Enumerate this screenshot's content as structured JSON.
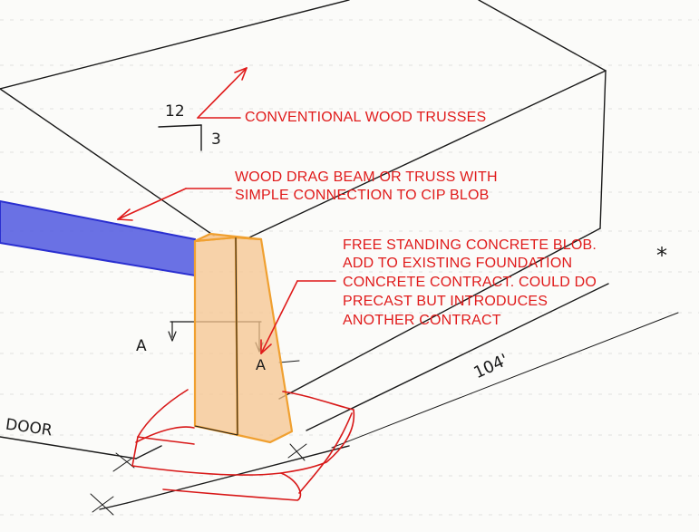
{
  "annotations": {
    "trusses": "CONVENTIONAL WOOD TRUSSES",
    "drag_beam_line1": "WOOD DRAG BEAM OR TRUSS WITH",
    "drag_beam_line2": "SIMPLE CONNECTION TO CIP BLOB",
    "blob_line1": "FREE STANDING CONCRETE BLOB.",
    "blob_line2": "ADD TO EXISTING FOUNDATION",
    "blob_line3": "CONCRETE CONTRACT.  COULD DO",
    "blob_line4": "PRECAST BUT INTRODUCES",
    "blob_line5": "ANOTHER CONTRACT"
  },
  "sketch_labels": {
    "pitch_rise": "12",
    "pitch_run": "3",
    "section_left": "A",
    "section_right": "A",
    "door": "DOOR",
    "dimension": "104'",
    "star": "*"
  },
  "colors": {
    "annotation": "#e01b1b",
    "pencil": "#1a1a1a",
    "beam_fill": "#5058e0",
    "beam_stroke": "#2a2fd0",
    "blob_fill": "#f6c48e",
    "blob_stroke": "#f0a030",
    "footing_outline": "#d81818"
  }
}
